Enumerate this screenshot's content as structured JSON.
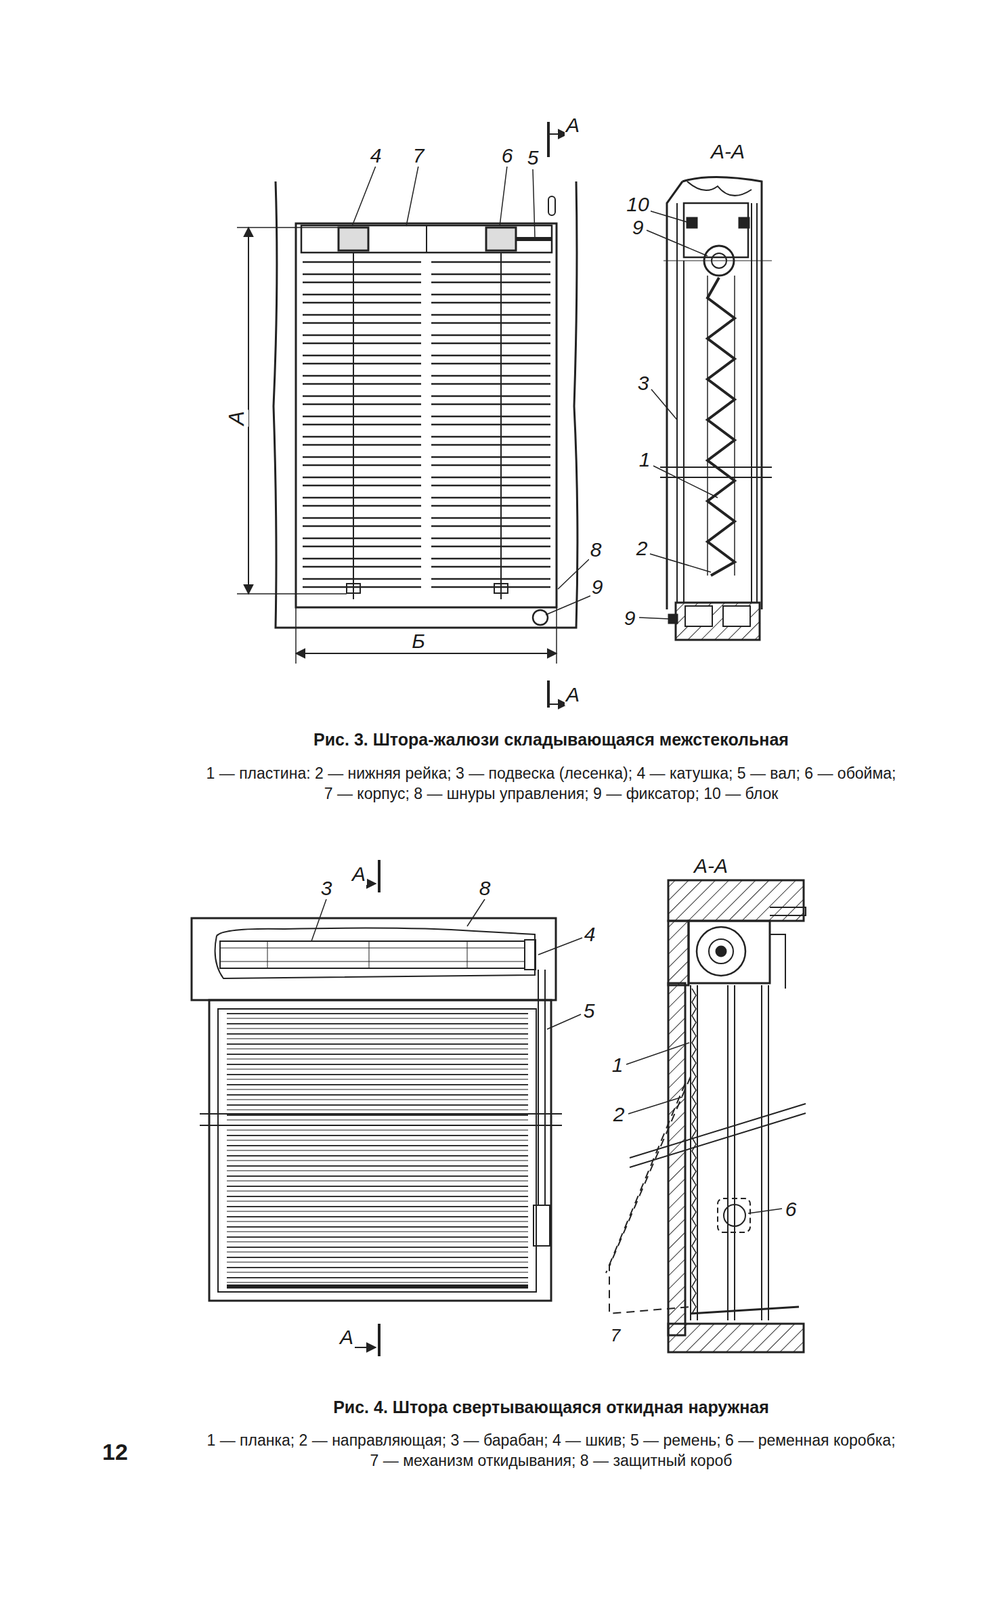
{
  "diagram": {
    "labels": [
      "4",
      "7",
      "6",
      "5",
      "А",
      "А-А",
      "10",
      "9",
      "3",
      "1",
      "2",
      "8",
      "9",
      "9",
      "А",
      "Б",
      "А",
      "Рис. 3. Штора-жалюзи складывающаяся межстекольная",
      "1 — пластина: 2 — нижняя рейка; 3 — подвеска (лесенка); 4 — катушка; 5 — вал; 6 — обойма; 7 — корпус; 8 — шнуры управления; 9 — фиксатор; 10 — блок",
      "3",
      "А",
      "8",
      "4",
      "5",
      "А",
      "А-А",
      "1",
      "2",
      "6",
      "7",
      "Рис. 4. Штора свертывающаяся откидная наружная",
      "1 — планка; 2 — направляющая; 3 — барабан; 4 — шкив; 5 — ремень; 6 — ременная коробка; 7 — механизм откидывания; 8 — защитный короб",
      "12"
    ]
  }
}
